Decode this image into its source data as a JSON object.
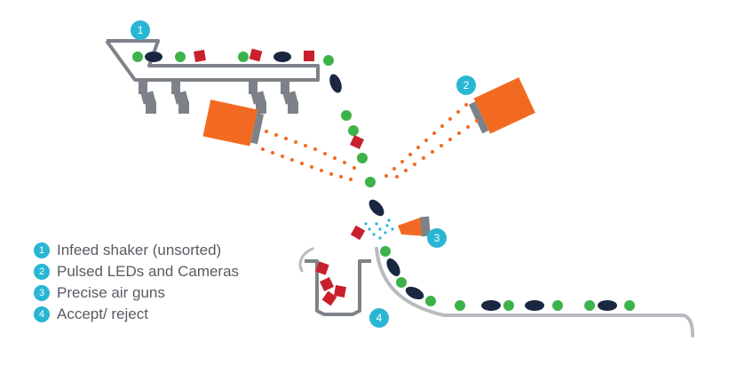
{
  "colors": {
    "green": "#3db24a",
    "navy": "#1a2740",
    "red": "#c8202d",
    "orange": "#f26a22",
    "gray": "#7d8288",
    "cyan": "#29b6d4",
    "lightgray": "#b7bbbf"
  },
  "badges": [
    {
      "num": "1",
      "label": "Infeed shaker (unsorted)"
    },
    {
      "num": "2",
      "label": "Pulsed LEDs and Cameras"
    },
    {
      "num": "3",
      "label": "Precise air guns"
    },
    {
      "num": "4",
      "label": "Accept/ reject"
    }
  ]
}
